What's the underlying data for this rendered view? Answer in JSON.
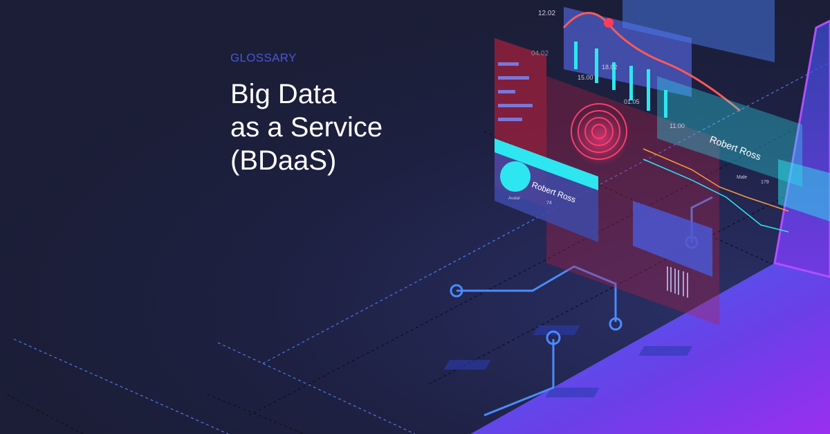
{
  "eyebrow": "GLOSSARY",
  "title_lines": [
    "Big Data",
    "as a Service",
    "(BDaaS)"
  ],
  "illustration": {
    "profile_name": "Robert Ross",
    "profile_fields": [
      "Avatar",
      "Male",
      "74",
      "179"
    ],
    "time_labels": [
      "12.02",
      "04.02",
      "15.00",
      "18.02",
      "01.05",
      "11.00"
    ]
  },
  "colors": {
    "background": "#1b1e36",
    "accent": "#4a55d8",
    "cyan": "#2ee6f0",
    "red": "#e8274a",
    "purple": "#8a3cf0"
  }
}
